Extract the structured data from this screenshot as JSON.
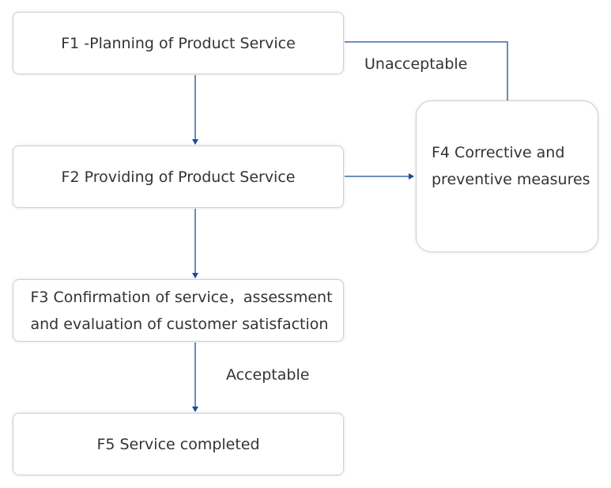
{
  "nodes": {
    "f1": "F1 -Planning of Product Service",
    "f2": "F2 Providing of Product Service",
    "f3_line1": "F3 Confirmation of service，assessment",
    "f3_line2": "and evaluation of customer satisfaction",
    "f4_line1": "F4 Corrective and",
    "f4_line2": "preventive measures",
    "f5": "F5 Service completed"
  },
  "edge_labels": {
    "unacceptable": "Unacceptable",
    "acceptable": "Acceptable"
  },
  "colors": {
    "arrow": "#1a4b9a",
    "node_border": "#cfcfcf",
    "text": "#333333"
  }
}
